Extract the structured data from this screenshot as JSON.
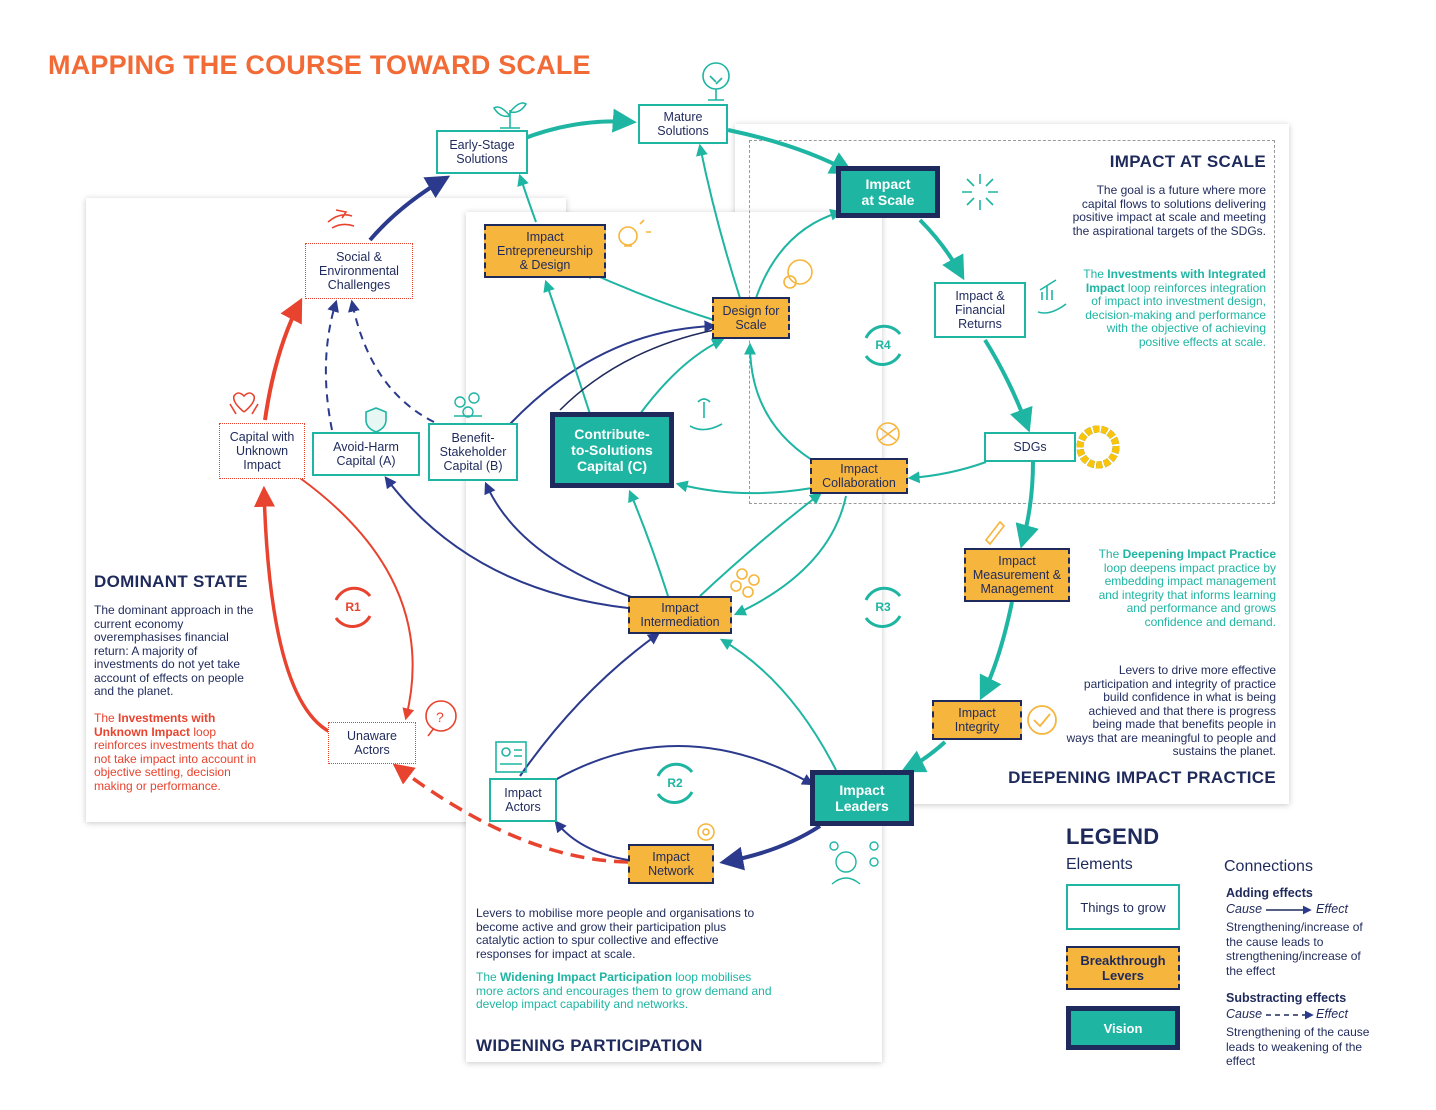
{
  "title": "MAPPING THE COURSE TOWARD SCALE",
  "colors": {
    "navy": "#1f2a5c",
    "teal": "#1fb5a3",
    "orange": "#f6b53c",
    "red": "#e8432e",
    "title_orange": "#f26a36"
  },
  "nodes": {
    "early_stage": "Early-Stage\nSolutions",
    "mature": "Mature\nSolutions",
    "impact_at_scale": "Impact\nat Scale",
    "social_env": "Social &\nEnvironmental\nChallenges",
    "entrepreneurship": "Impact\nEntrepreneurship\n& Design",
    "design_scale": "Design for\nScale",
    "fin_returns": "Impact &\nFinancial\nReturns",
    "capital_unknown": "Capital with\nUnknown\nImpact",
    "avoid_harm": "Avoid-Harm\nCapital (A)",
    "benefit_stakeholder": "Benefit-\nStakeholder\nCapital (B)",
    "contribute": "Contribute-\nto-Solutions\nCapital (C)",
    "sdgs": "SDGs",
    "collaboration": "Impact\nCollaboration",
    "imm": "Impact\nMeasurement &\nManagement",
    "intermediation": "Impact\nIntermediation",
    "integrity": "Impact\nIntegrity",
    "unaware": "Unaware\nActors",
    "actors": "Impact\nActors",
    "leaders": "Impact\nLeaders",
    "network": "Impact\nNetwork"
  },
  "loops": {
    "r1": "R1",
    "r2": "R2",
    "r3": "R3",
    "r4": "R4"
  },
  "impact_at_scale": {
    "heading": "IMPACT AT SCALE",
    "intro": "The goal is a future where more capital flows to solutions delivering positive impact at scale and meeting the aspirational targets of the SDGs.",
    "loop_pre": "The ",
    "loop_name": "Investments with Integrated Impact",
    "loop_post": " loop reinforces integration of impact into investment design, decision-making and performance with the objective of achieving positive effects at scale."
  },
  "dominant": {
    "heading": "DOMINANT STATE",
    "intro": "The dominant approach in the current economy overemphasises financial return: A majority of investments do not yet take account of effects on people and the planet.",
    "loop_pre": "The ",
    "loop_name": "Investments with Unknown Impact",
    "loop_post": " loop reinforces investments that do not take impact into account in objective setting, decision making or performance."
  },
  "deepening": {
    "heading": "DEEPENING IMPACT PRACTICE",
    "loop_pre": "The ",
    "loop_name": "Deepening Impact Practice",
    "loop_post": " loop deepens impact practice by embedding impact management and integrity that informs learning and performance and grows confidence and demand.",
    "levers": "Levers to drive more effective participation and integrity of practice build confidence in what is being achieved and that there is progress being made that benefits people in ways that are meaningful to people and sustains the planet."
  },
  "widening": {
    "heading": "WIDENING PARTICIPATION",
    "levers": "Levers to mobilise more people and organisations to become active and grow their participation plus catalytic action to spur collective and effective responses for impact at scale.",
    "loop_pre": "The ",
    "loop_name": "Widening Impact Participation",
    "loop_post": " loop mobilises more actors and encourages them to grow demand and develop impact capability and networks."
  },
  "legend": {
    "title": "LEGEND",
    "elements_heading": "Elements",
    "connections_heading": "Connections",
    "things": "Things to grow",
    "breakthrough": "Breakthrough\nLevers",
    "vision": "Vision",
    "adding_title": "Adding effects",
    "adding_cause": "Cause",
    "adding_effect": "Effect",
    "adding_desc": "Strengthening/increase of the cause leads to strengthening/increase of the effect",
    "sub_title": "Substracting effects",
    "sub_cause": "Cause",
    "sub_effect": "Effect",
    "sub_desc": "Strengthening of the cause leads to weakening of the effect"
  }
}
